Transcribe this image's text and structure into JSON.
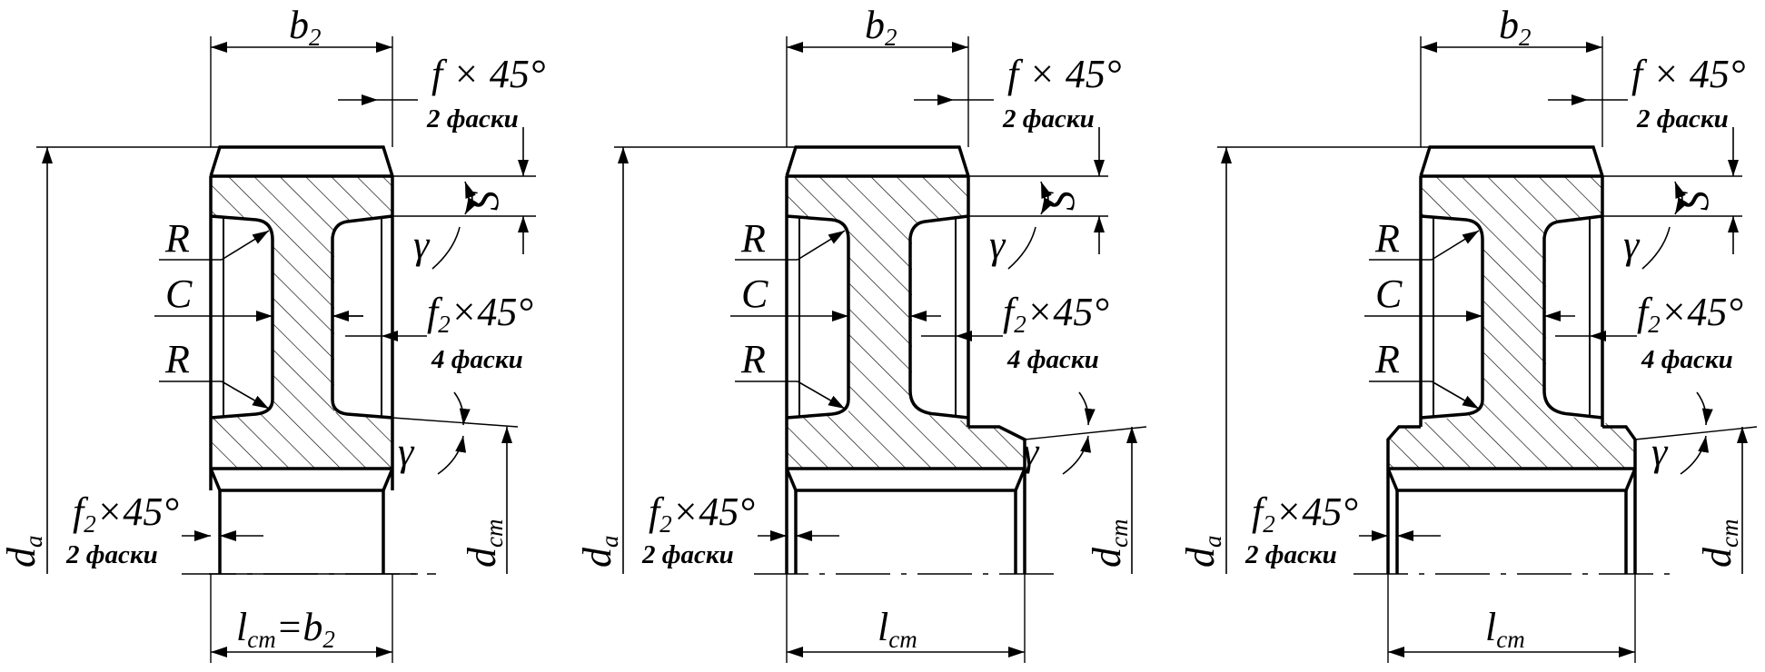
{
  "figures": [
    {
      "b2": "b",
      "b2_sub": "2",
      "f_note": "f × 45°",
      "f_count": "2 фаски",
      "s": "S",
      "gamma1": "γ",
      "gamma2": "γ",
      "r1": "R",
      "c": "C",
      "r2": "R",
      "f2_note_main": "f",
      "f2_note_sub": "2",
      "f2_note_rest": "×45°",
      "f2_count": "4 фаски",
      "f2b_main": "f",
      "f2b_sub": "2",
      "f2b_rest": "×45°",
      "f2b_count": "2 фаски",
      "da": "d",
      "da_sub": "a",
      "dcm": "d",
      "dcm_sub": "cm",
      "lcm": "l",
      "lcm_sub": "cm",
      "lcm_rest": "=b",
      "lcm_rest_sub": "2"
    },
    {
      "b2": "b",
      "b2_sub": "2",
      "f_note": "f × 45°",
      "f_count": "2 фаски",
      "s": "S",
      "gamma1": "γ",
      "gamma2": "γ",
      "r1": "R",
      "c": "C",
      "r2": "R",
      "f2_note_main": "f",
      "f2_note_sub": "2",
      "f2_note_rest": "×45°",
      "f2_count": "4 фаски",
      "f2b_main": "f",
      "f2b_sub": "2",
      "f2b_rest": "×45°",
      "f2b_count": "2 фаски",
      "da": "d",
      "da_sub": "a",
      "dcm": "d",
      "dcm_sub": "cm",
      "lcm": "l",
      "lcm_sub": "cm",
      "lcm_rest": "",
      "lcm_rest_sub": ""
    },
    {
      "b2": "b",
      "b2_sub": "2",
      "f_note": "f × 45°",
      "f_count": "2 фаски",
      "s": "S",
      "gamma1": "γ",
      "gamma2": "γ",
      "r1": "R",
      "c": "C",
      "r2": "R",
      "f2_note_main": "f",
      "f2_note_sub": "2",
      "f2_note_rest": "×45°",
      "f2_count": "4 фаски",
      "f2b_main": "f",
      "f2b_sub": "2",
      "f2b_rest": "×45°",
      "f2b_count": "2 фаски",
      "da": "d",
      "da_sub": "a",
      "dcm": "d",
      "dcm_sub": "cm",
      "lcm": "l",
      "lcm_sub": "cm",
      "lcm_rest": "",
      "lcm_rest_sub": ""
    }
  ]
}
